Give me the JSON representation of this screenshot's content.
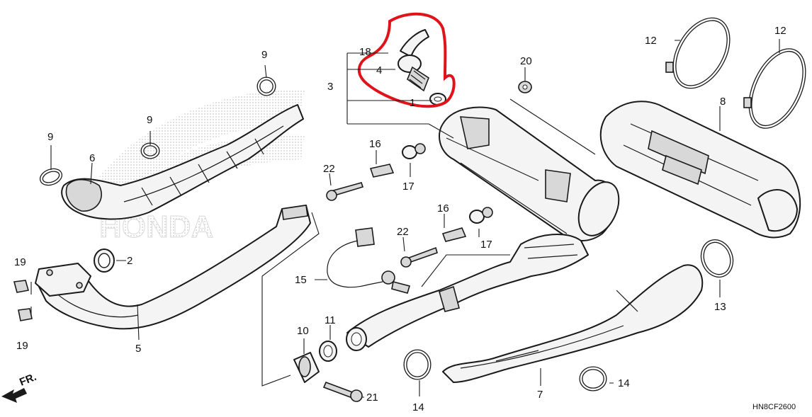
{
  "diagram": {
    "code": "HN8CF2600",
    "direction_label": "FR.",
    "watermark": "HONDA",
    "highlight_color": "#e0131b",
    "part_labels": {
      "p1": "1",
      "p2": "2",
      "p3": "3",
      "p4": "4",
      "p5": "5",
      "p6": "6",
      "p7": "7",
      "p8": "8",
      "p9a": "9",
      "p9b": "9",
      "p9c": "9",
      "p10": "10",
      "p11": "11",
      "p12a": "12",
      "p12b": "12",
      "p13": "13",
      "p14a": "14",
      "p14b": "14",
      "p15": "15",
      "p16a": "16",
      "p16b": "16",
      "p17a": "17",
      "p17b": "17",
      "p18": "18",
      "p19a": "19",
      "p19b": "19",
      "p20": "20",
      "p21": "21",
      "p22a": "22",
      "p22b": "22"
    }
  }
}
